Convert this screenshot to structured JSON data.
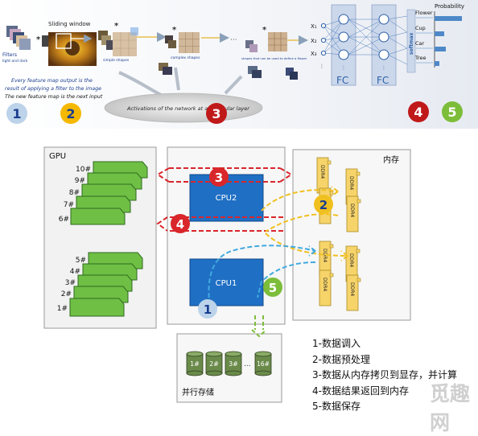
{
  "top_panel": {
    "sliding_window_label": "Sliding window",
    "filters_label": "Filters",
    "filters_sub": "light and dark",
    "simple_shapes": "simple shapes",
    "complex_shapes": "complex shapes",
    "shapes_flower": "shapes that can be used to define a flower",
    "caption_line1": "Every feature map output is the",
    "caption_line2": "result of applying a filter to the image",
    "caption_line3": "The new feature map is the next input",
    "activations_text": "Activations of the network at a particular layer",
    "inputs": [
      "X₁",
      "X₂",
      "X₃"
    ],
    "fc_label": "FC",
    "softmax_label": "softmax",
    "prob_title": "Probability",
    "classes": [
      "Flower",
      "Cup",
      "Car",
      "Tree"
    ],
    "markers": [
      "1",
      "2",
      "3",
      "4",
      "5"
    ],
    "colors": {
      "m1": "#bcd3ea",
      "m2": "#f5b800",
      "m3": "#c0191a",
      "m4": "#c0191a",
      "m5": "#7cbd3a"
    }
  },
  "diagram": {
    "gpu_label": "GPU",
    "memory_label": "内存",
    "gpu_upper": [
      "10#",
      "9#",
      "8#",
      "7#",
      "6#"
    ],
    "gpu_lower": [
      "5#",
      "4#",
      "3#",
      "2#",
      "1#"
    ],
    "cpu2": "CPU2",
    "cpu1": "CPU1",
    "ddr_label": "DDR4",
    "storage_label": "并行存储",
    "disks": [
      "1#",
      "2#",
      "3#",
      "16#"
    ],
    "disk_ellipsis": "...",
    "markers": [
      "1",
      "2",
      "3",
      "4",
      "5"
    ],
    "colors": {
      "gpu_card": "#6fbf45",
      "cpu": "#1f6fc4",
      "red": "#d9262b",
      "yellow": "#f0c020",
      "blue": "#41a9e0",
      "green": "#7cbd3a"
    }
  },
  "legend": [
    "1-数据调入",
    "2-数据预处理",
    "3-数据从内存拷贝到显存，并计算",
    "4-数据结果返回到内存",
    "5-数据保存"
  ],
  "watermark": "觅趣网"
}
